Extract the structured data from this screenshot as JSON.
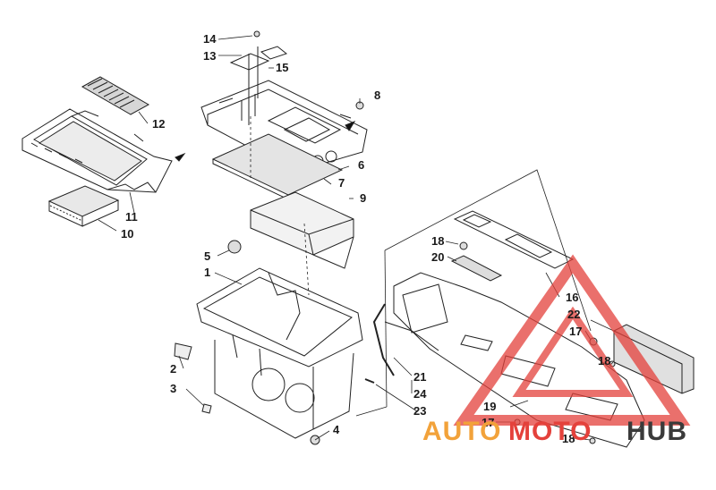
{
  "callouts": [
    {
      "id": "c1",
      "text": "1"
    },
    {
      "id": "c2",
      "text": "2"
    },
    {
      "id": "c3",
      "text": "3"
    },
    {
      "id": "c4",
      "text": "4"
    },
    {
      "id": "c5",
      "text": "5"
    },
    {
      "id": "c6",
      "text": "6"
    },
    {
      "id": "c7",
      "text": "7"
    },
    {
      "id": "c8",
      "text": "8"
    },
    {
      "id": "c9",
      "text": "9"
    },
    {
      "id": "c10",
      "text": "10"
    },
    {
      "id": "c11",
      "text": "11"
    },
    {
      "id": "c12",
      "text": "12"
    },
    {
      "id": "c13",
      "text": "13"
    },
    {
      "id": "c14",
      "text": "14"
    },
    {
      "id": "c15",
      "text": "15"
    },
    {
      "id": "c16",
      "text": "16"
    },
    {
      "id": "c17a",
      "text": "17"
    },
    {
      "id": "c17b",
      "text": "17"
    },
    {
      "id": "c18a",
      "text": "18"
    },
    {
      "id": "c18b",
      "text": "18"
    },
    {
      "id": "c18c",
      "text": "18"
    },
    {
      "id": "c19",
      "text": "19"
    },
    {
      "id": "c20",
      "text": "20"
    },
    {
      "id": "c21",
      "text": "21"
    },
    {
      "id": "c22",
      "text": "22"
    },
    {
      "id": "c23",
      "text": "23"
    },
    {
      "id": "c24",
      "text": "24"
    }
  ],
  "watermark": {
    "part1": "AUTO",
    "part2": "MOTO",
    "part3": "HUB",
    "color_orange": "#f2a23a",
    "color_red": "#e4413b",
    "color_dark": "#3a3a3a"
  }
}
